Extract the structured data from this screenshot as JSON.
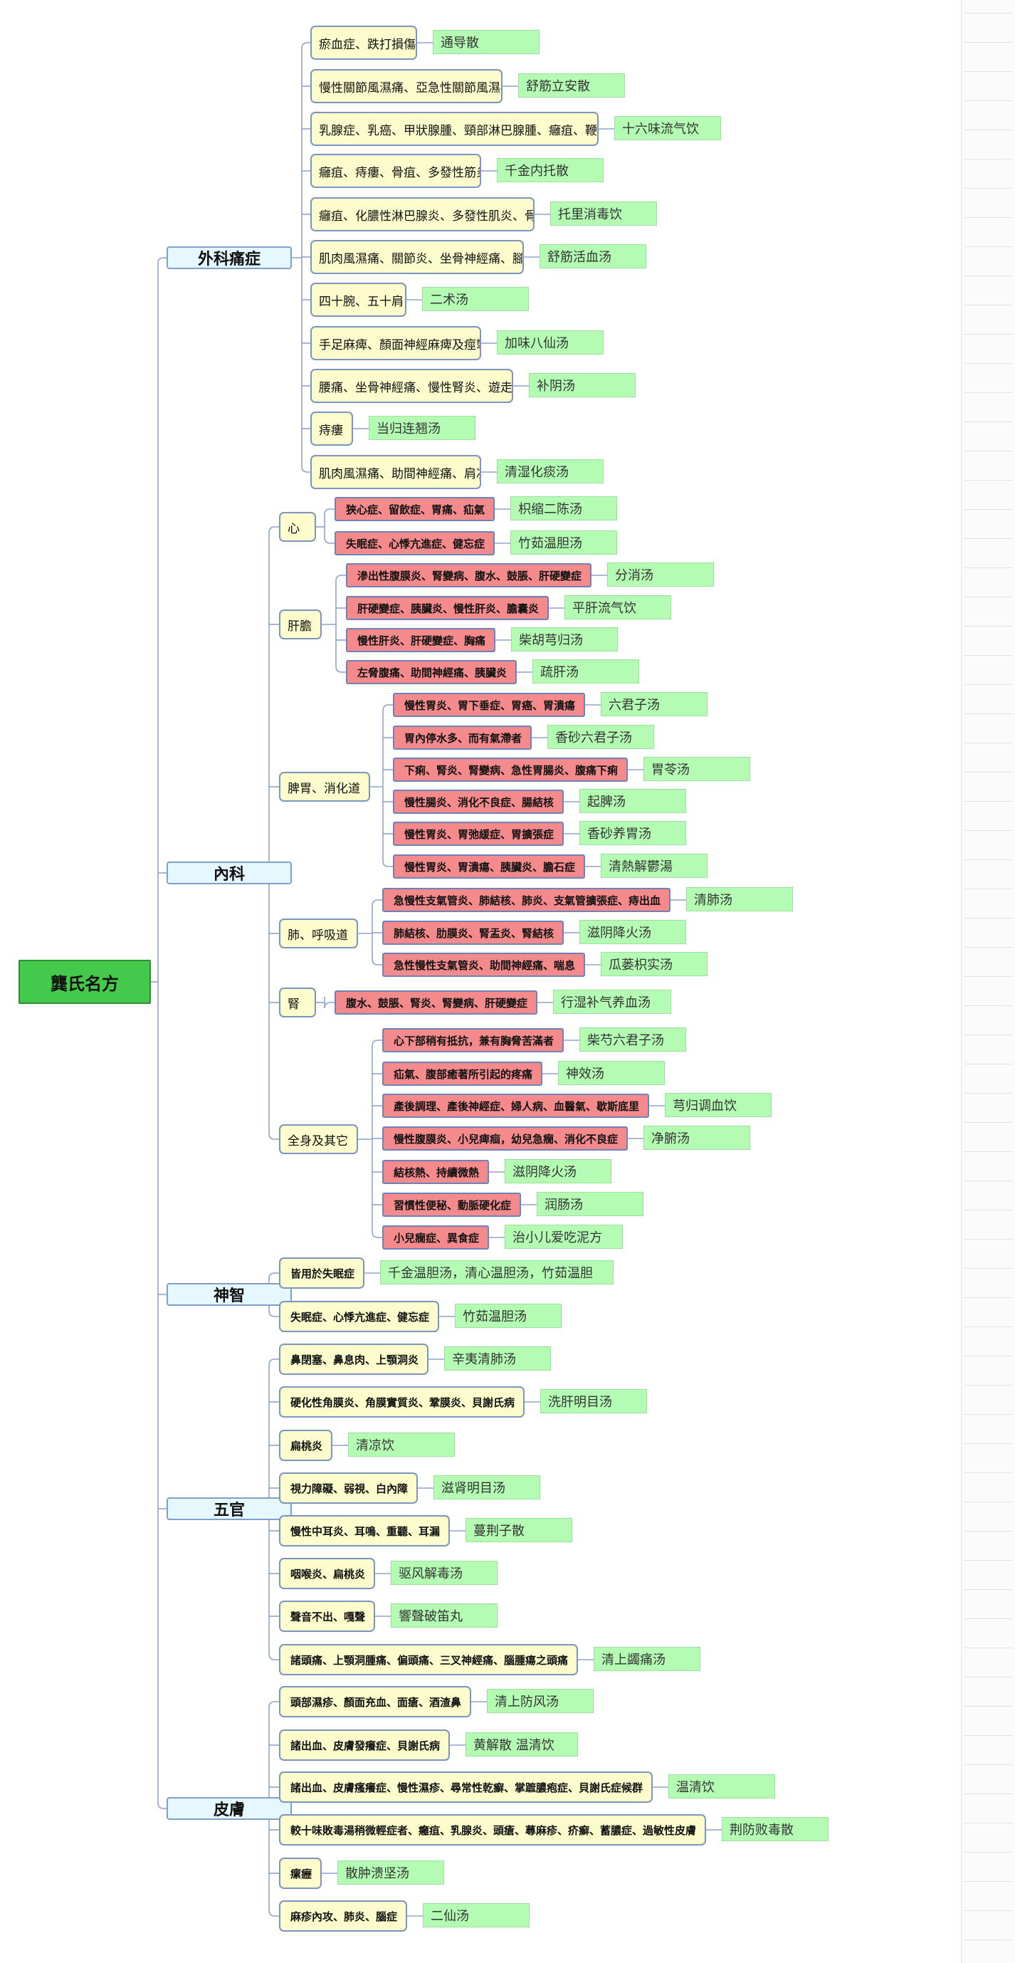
{
  "root": "龔氏名方",
  "categories": [
    {
      "label": "外科痛症",
      "items": [
        {
          "symptom": "瘀血症、跌打損傷",
          "remedy": "通导散"
        },
        {
          "symptom": "慢性關節風濕痛、亞急性關節風濕痛",
          "remedy": "舒筋立安散"
        },
        {
          "symptom": "乳腺症、乳癌、甲狀腺腫、頸部淋巴腺腫、癰疽、鞭打痘",
          "remedy": "十六味流气饮"
        },
        {
          "symptom": "癰疽、痔瘻、骨疽、多發性筋炎",
          "remedy": "千金内托散"
        },
        {
          "symptom": "癰疽、化膿性淋巴腺炎、多發性肌炎、骨疽",
          "remedy": "托里消毒饮"
        },
        {
          "symptom": "肌肉風濕痛、關節炎、坐骨神經痛、腳氣",
          "remedy": "舒筋活血汤"
        },
        {
          "symptom": "四十腕、五十肩",
          "remedy": "二术汤"
        },
        {
          "symptom": "手足麻痺、顏面神經麻痺及痙攣",
          "remedy": "加味八仙汤"
        },
        {
          "symptom": "腰痛、坐骨神經痛、慢性腎炎、遊走腎",
          "remedy": "补阴汤"
        },
        {
          "symptom": "痔瘻",
          "remedy": "当归连翘汤"
        },
        {
          "symptom": "肌肉風濕痛、助間神經痛、肩凝",
          "remedy": "清湿化痰汤"
        }
      ]
    },
    {
      "label": "內科",
      "groups": [
        {
          "label": "心",
          "items": [
            {
              "symptom": "狹心症、留飲症、胃痛、疝氣",
              "remedy": "枳缩二陈汤"
            },
            {
              "symptom": "失眠症、心悸亢進症、健忘症",
              "remedy": "竹茹温胆汤"
            }
          ]
        },
        {
          "label": "肝膽",
          "items": [
            {
              "symptom": "滲出性腹膜炎、腎變病、腹水、鼓脹、肝硬變症",
              "remedy": "分消汤"
            },
            {
              "symptom": "肝硬變症、胰臟炎、慢性肝炎、膽囊炎",
              "remedy": "平肝流气饮"
            },
            {
              "symptom": "慢性肝炎、肝硬變症、胸痛",
              "remedy": "柴胡芎归汤"
            },
            {
              "symptom": "左脅腹痛、助間神經痛、胰臟炎",
              "remedy": "疏肝汤"
            }
          ]
        },
        {
          "label": "脾胃、消化道",
          "items": [
            {
              "symptom": "慢性胃炎、胃下垂症、胃癌、胃潰瘍",
              "remedy": "六君子汤"
            },
            {
              "symptom": "胃內停水多、而有氣滯者",
              "remedy": "香砂六君子汤"
            },
            {
              "symptom": "下痢、腎炎、腎變病、急性胃腸炎、腹痛下痢",
              "remedy": "胃苓汤"
            },
            {
              "symptom": "慢性腸炎、消化不良症、腸結核",
              "remedy": "起脾汤"
            },
            {
              "symptom": "慢性胃炎、胃弛緩症、胃擴張症",
              "remedy": "香砂养胃汤"
            },
            {
              "symptom": "慢性胃炎、胃潰瘍、胰臟炎、膽石症",
              "remedy": "清熱解鬱湯"
            }
          ]
        },
        {
          "label": "肺、呼吸道",
          "items": [
            {
              "symptom": "急慢性支氣管炎、肺結核、肺炎、支氣管擴張症、痔出血",
              "remedy": "清肺汤"
            },
            {
              "symptom": "肺結核、肋膜炎、腎盂炎、腎結核",
              "remedy": "滋阴降火汤"
            },
            {
              "symptom": "急性慢性支氣管炎、助間神經痛、喘息",
              "remedy": "瓜蒌枳实汤"
            }
          ]
        },
        {
          "label": "腎",
          "items": [
            {
              "symptom": "腹水、鼓脹、腎炎、腎變病、肝硬變症",
              "remedy": "行湿补气养血汤"
            }
          ]
        },
        {
          "label": "全身及其它",
          "items": [
            {
              "symptom": "心下部稍有抵抗，兼有胸脅苦滿者",
              "remedy": "柴芍六君子汤"
            },
            {
              "symptom": "疝氣、腹部癒著所引起的疼痛",
              "remedy": "神效汤"
            },
            {
              "symptom": "產後調理、產後神經症、婦人病、血醫氣、歇斯底里",
              "remedy": "芎归调血饮"
            },
            {
              "symptom": "慢性腹膜炎、小兒痺痐，幼兒急癇、消化不良症",
              "remedy": "净腑汤"
            },
            {
              "symptom": "結核熱、持續微熱",
              "remedy": "滋阴降火汤"
            },
            {
              "symptom": "習慣性便秘、動脈硬化症",
              "remedy": "润肠汤"
            },
            {
              "symptom": "小兒癇症、異食症",
              "remedy": "治小儿爱吃泥方"
            }
          ]
        }
      ]
    },
    {
      "label": "神智",
      "items": [
        {
          "symptom": "皆用於失眠症",
          "remedy": "千金温胆汤，清心温胆汤，竹茹温胆"
        },
        {
          "symptom": "失眠症、心悸亢進症、健忘症",
          "remedy": "竹茹温胆汤"
        }
      ]
    },
    {
      "label": "五官",
      "items": [
        {
          "symptom": "鼻閉塞、鼻息肉、上顎洞炎",
          "remedy": "辛夷清肺汤"
        },
        {
          "symptom": "硬化性角膜炎、角膜實質炎、鞏膜炎、貝謝氏病",
          "remedy": "洗肝明目汤"
        },
        {
          "symptom": "扁桃炎",
          "remedy": "清凉饮"
        },
        {
          "symptom": "視力障礙、弱視、白內障",
          "remedy": "滋肾明目汤"
        },
        {
          "symptom": "慢性中耳炎、耳鳴、重聽、耳漏",
          "remedy": "蔓荆子散"
        },
        {
          "symptom": "咽喉炎、扁桃炎",
          "remedy": "驱风解毒汤"
        },
        {
          "symptom": "聲音不出、嘎聲",
          "remedy": "響聲破笛丸"
        },
        {
          "symptom": "諸頭痛、上顎洞腫痛、偏頭痛、三叉神經痛、腦腫瘍之頭痛",
          "remedy": "清上蠲痛汤"
        }
      ]
    },
    {
      "label": "皮膚",
      "items": [
        {
          "symptom": "頭部濕疹、顏面充血、面瘡、酒渣鼻",
          "remedy": "清上防风汤"
        },
        {
          "symptom": "諸出血、皮膚發癢症、貝謝氏病",
          "remedy": "黄解散 温清饮"
        },
        {
          "symptom": "諸出血、皮膚瘙癢症、慢性濕疹、尋常性乾癬、掌蹠膿疱症、貝謝氏症候群",
          "remedy": "温清饮"
        },
        {
          "symptom": "較十味敗毒湯稍微輕症者、癰疽、乳腺炎、頭瘡、蕁麻疹、疥癬、蓄膿症、過敏性皮膚",
          "remedy": "荆防败毒散"
        },
        {
          "symptom": "瘰癧",
          "remedy": "散肿溃坚汤"
        },
        {
          "symptom": "麻疹內攻、肺炎、腦症",
          "remedy": "二仙汤"
        }
      ]
    }
  ]
}
